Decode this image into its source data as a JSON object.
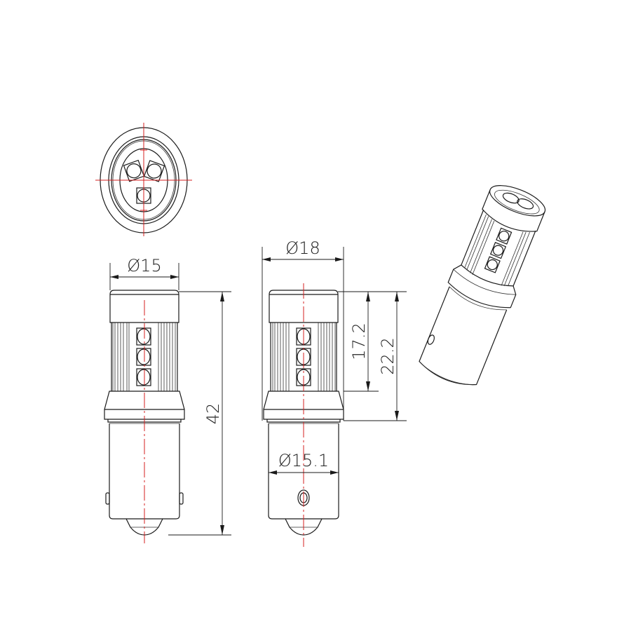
{
  "drawing": {
    "title": "LED bulb technical drawing (BA15S-style base)",
    "colors": {
      "line": "#1a1a1a",
      "centerline": "#d42020",
      "background": "#ffffff"
    },
    "views": [
      {
        "id": "top-view",
        "description": "Top end view with 3 LEDs"
      },
      {
        "id": "front-view-left",
        "description": "Front elevation with overall height"
      },
      {
        "id": "front-view-right",
        "description": "Front elevation with head and base dimensions"
      },
      {
        "id": "iso-view",
        "description": "3D isometric render"
      }
    ]
  },
  "dimensions": {
    "head_diameter_left": "Ø15",
    "head_diameter_right": "Ø18",
    "overall_length": "42",
    "led_section_height": "17.2",
    "head_height": "22.2",
    "base_diameter": "Ø15.1"
  }
}
